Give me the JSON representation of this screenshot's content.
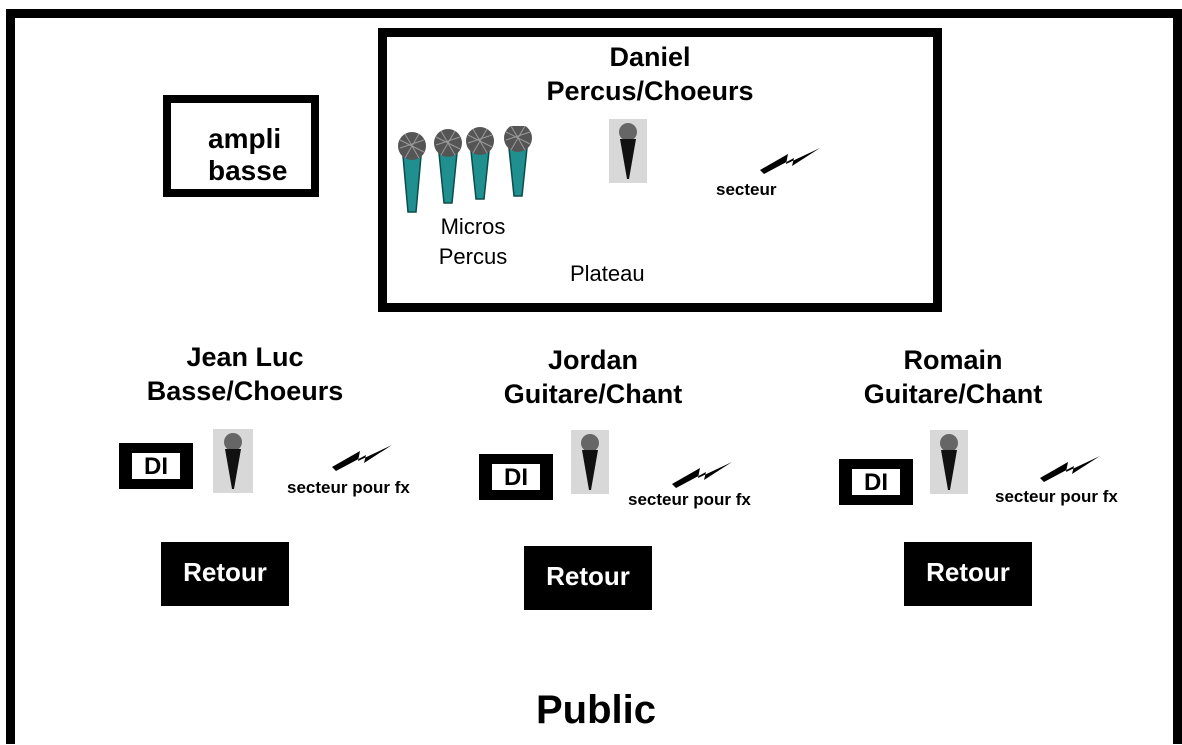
{
  "drummer": {
    "name": "Daniel",
    "role": "Percus/Choeurs",
    "mics_label_line1": "Micros",
    "mics_label_line2": "Percus",
    "plateau_label": "Plateau",
    "power_label": "secteur"
  },
  "bass_amp": {
    "line1": "ampli",
    "line2": "basse"
  },
  "musicians": [
    {
      "name": "Jean Luc",
      "role": "Basse/Choeurs",
      "di": "DI",
      "power_label": "secteur pour fx",
      "monitor": "Retour"
    },
    {
      "name": "Jordan",
      "role": "Guitare/Chant",
      "di": "DI",
      "power_label": "secteur pour fx",
      "monitor": "Retour"
    },
    {
      "name": "Romain",
      "role": "Guitare/Chant",
      "di": "DI",
      "power_label": "secteur pour fx",
      "monitor": "Retour"
    }
  ],
  "audience": "Public",
  "colors": {
    "mic_body": "#1f8f8f",
    "mic_head": "#555555",
    "mic_plate_bg": "#d8d8d8",
    "line": "#000000",
    "background": "#ffffff"
  },
  "icons": [
    "handheld-mic-icon",
    "stand-mic-icon",
    "power-lightning-icon"
  ]
}
